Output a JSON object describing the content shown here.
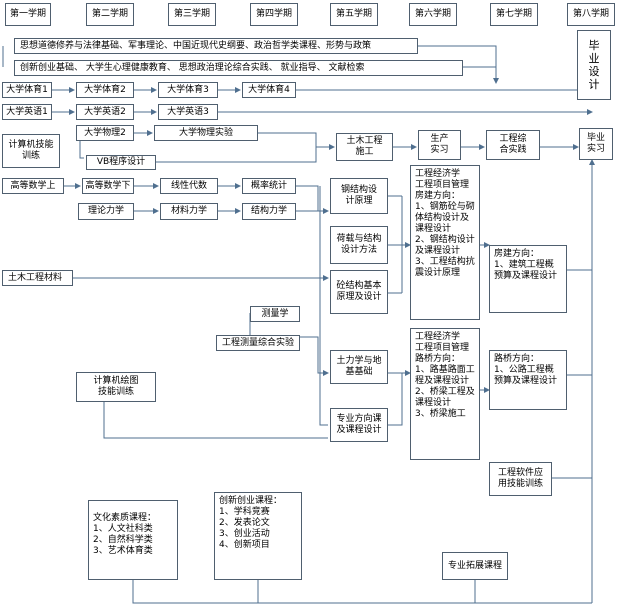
{
  "semesters": [
    "第一学期",
    "第二学期",
    "第三学期",
    "第四学期",
    "第五学期",
    "第六学期",
    "第七学期",
    "第八学期"
  ],
  "courses": {
    "politics": "思想道德修养与法律基础、军事理论、中国近现代史纲要、政治哲学类课程、形势与政策",
    "innovation": "创新创业基础、 大学生心理健康教育、        思想政治理论综合实践、      就业指导、       文献检索",
    "pe1": "大学体育1",
    "pe2": "大学体育2",
    "pe3": "大学体育3",
    "pe4": "大学体育4",
    "en1": "大学英语1",
    "en2": "大学英语2",
    "en3": "大学英语3",
    "computer_skills": "计算机技能\n训练",
    "physics2": "大学物理2",
    "physics_lab": "大学物理实验",
    "vb": "VB程序设计",
    "math1": "高等数学上",
    "math2": "高等数学下",
    "linear_algebra": "线性代数",
    "probability": "概率统计",
    "theoretical_mech": "理论力学",
    "material_mech": "材料力学",
    "structural_mech": "结构力学",
    "civil_materials": "土木工程材料",
    "surveying": "测量学",
    "survey_practice": "工程测量综合实验",
    "cad_training": "计算机绘图\n技能训练",
    "civil_construction": "土木工程\n施工",
    "steel_design": "钢结构设\n计原理",
    "load_design": "荷载与结构\n设计方法",
    "concrete_design": "砼结构基本\n原理及设计",
    "soil_mech": "土力学与地\n基基础",
    "major_design": "专业方向课\n及课程设计",
    "production_practice": "生产\n实习",
    "comprehensive_practice": "工程综\n合实践",
    "graduation_design": "毕\n业\n设\n计",
    "graduation_practice": "毕业\n实习",
    "building_track": "工程经济学\n工程项目管理\n房建方向：\n1、钢筋砼与砌\n体结构设计及\n课程设计\n2、钢结构设计\n及课程设计\n3、工程结构抗\n震设计原理",
    "bridge_track": "工程经济学\n工程项目管理\n路桥方向：\n1、路基路面工\n程及课程设计\n2、桥梁工程及\n课程设计\n3、桥梁施工",
    "building_budget": "房建方向：\n1、建筑工程概\n预算及课程设计",
    "bridge_budget": "路桥方向：\n1、公路工程概\n预算及课程设计",
    "software_skills": "工程软件应\n用技能训练",
    "culture": "文化素质课程：\n   1、人文社科类\n   2、自然科学类\n   3、艺术体育类",
    "innovation_courses": "创新创业课程：\n   1、学科竞赛\n   2、发表论文\n   3、创业活动\n   4、创新项目",
    "extension": "专业拓展课程"
  }
}
